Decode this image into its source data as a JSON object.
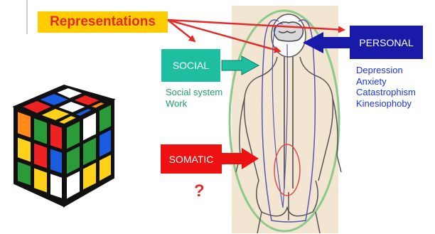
{
  "title": "Representations",
  "boxes": {
    "social": "SOCIAL",
    "personal": "PERSONAL",
    "somatic": "SOMATIC"
  },
  "social_items": [
    "Social system",
    "Work"
  ],
  "personal_items": [
    "Depression",
    "Anxiety",
    "Catastrophism",
    "Kinesiophoby"
  ],
  "question_mark": "?",
  "colors": {
    "title_bg": "#ffcc00",
    "title_text": "#e32b2b",
    "social": "#1ebfa0",
    "personal": "#1a1aa8",
    "somatic": "#ee1111",
    "social_text": "#1f9e6a",
    "personal_text": "#1a35e0",
    "arrow_red": "#e32b2b"
  },
  "illustrations": [
    "rubiks-cube",
    "human-body-back-view-with-brain-and-spine"
  ]
}
